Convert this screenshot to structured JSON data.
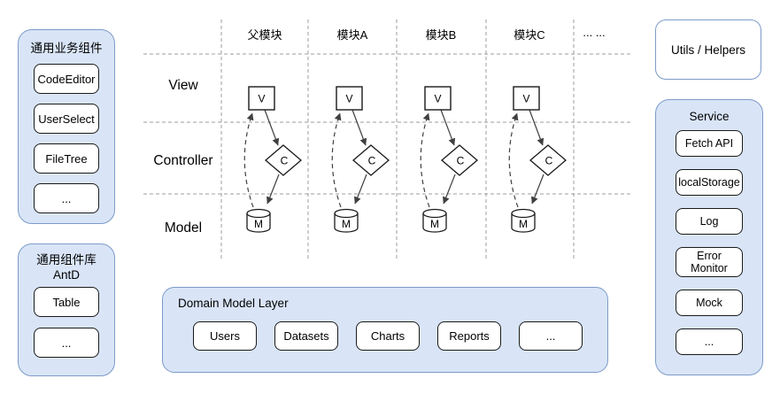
{
  "colors": {
    "accent_fill": "#d9e5f7",
    "accent_border": "#7d9bc9",
    "box_border": "#1a1a1a",
    "arrow": "#3f3f3f",
    "grid": "#9c9c9c"
  },
  "left_top_panel": {
    "title": "通用业务组件",
    "items": [
      "CodeEditor",
      "UserSelect",
      "FileTree",
      "..."
    ]
  },
  "left_bottom_panel": {
    "title_line1": "通用组件库",
    "title_line2": "AntD",
    "items": [
      "Table",
      "..."
    ]
  },
  "mvc": {
    "column_headers": [
      "父模块",
      "模块A",
      "模块B",
      "模块C",
      "... ..."
    ],
    "row_labels": [
      "View",
      "Controller",
      "Model"
    ],
    "node_labels": {
      "view": "V",
      "controller": "C",
      "model": "M"
    },
    "module_count": 4
  },
  "domain_panel": {
    "title": "Domain Model Layer",
    "items": [
      "Users",
      "Datasets",
      "Charts",
      "Reports",
      "..."
    ]
  },
  "utils_box": {
    "label": "Utils / Helpers"
  },
  "service_panel": {
    "title": "Service",
    "items": [
      "Fetch API",
      "localStorage",
      "Log",
      "Error Monitor",
      "Mock",
      "..."
    ]
  }
}
